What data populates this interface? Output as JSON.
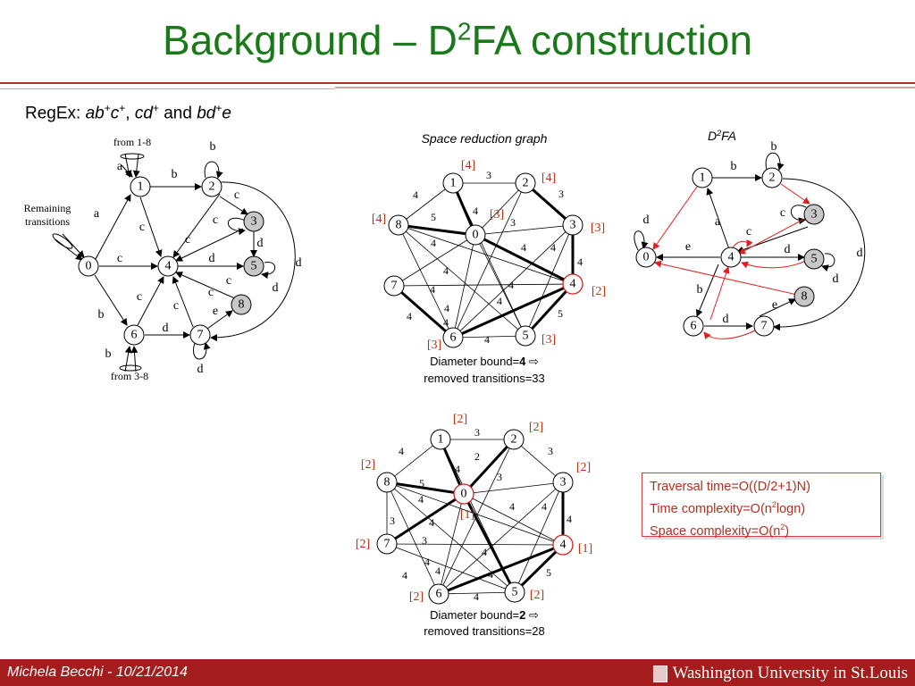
{
  "title": {
    "prefix": "Background – D",
    "sup": "2",
    "suffix": "FA construction"
  },
  "regex": {
    "label": "RegEx:",
    "e1": "ab",
    "e1s1": "+",
    "e1b": "c",
    "e1s2": "+",
    "sep1": ",",
    "e2": "cd",
    "e2s": "+",
    "and": "and",
    "e3": "bd",
    "e3s": "+",
    "e3b": "e"
  },
  "captions": {
    "space_graph": "Space reduction graph",
    "d2fa_prefix": "D",
    "d2fa_sup": "2",
    "d2fa_suffix": "FA"
  },
  "diagram1": {
    "from_top": "from 1-8",
    "from_bottom": "from 3-8",
    "remaining_line1": "Remaining",
    "remaining_line2": "transitions"
  },
  "graph1": {
    "diameter_label": "Diameter bound=",
    "diameter_value": "4",
    "arrow": "⇨",
    "removed": "removed transitions=33"
  },
  "graph2": {
    "diameter_label": "Diameter bound=",
    "diameter_value": "2",
    "arrow": "⇨",
    "removed": "removed transitions=28"
  },
  "complexity": {
    "line1": "Traversal time=O((D/2+1)N)",
    "line2_pre": "Time complexity=O(n",
    "line2_sup": "2",
    "line2_post": "logn)",
    "line3_pre": "Space complexity=O(n",
    "line3_sup": "2",
    "line3_post": ")"
  },
  "footer": {
    "author": "Michela Becchi - 10/21/2014",
    "university": "Washington University in St.Louis"
  },
  "colors": {
    "title": "#1a7a1a",
    "footer_bg": "#a51c1c",
    "accent_red": "#d02020",
    "bracket": "#c03010"
  }
}
